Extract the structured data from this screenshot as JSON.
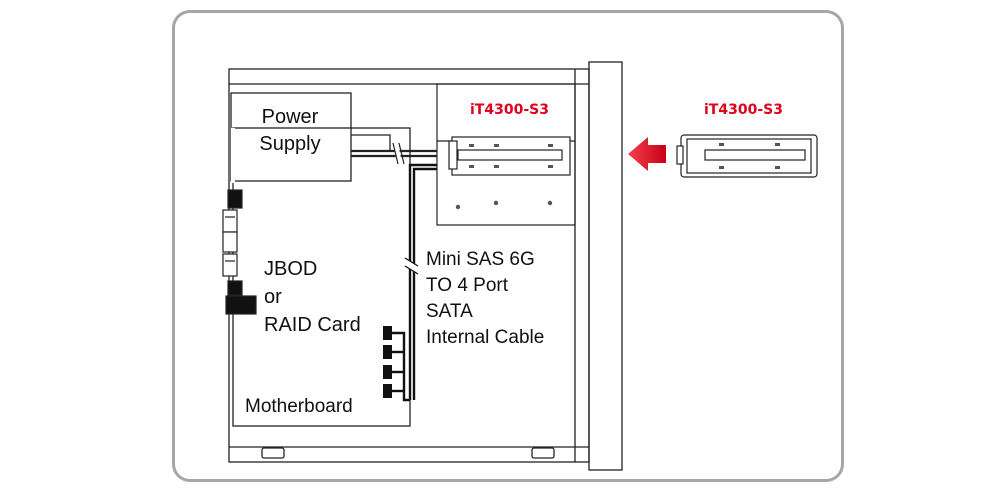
{
  "labels": {
    "power_supply": [
      "Power",
      "Supply"
    ],
    "motherboard": "Motherboard",
    "card": [
      "JBOD",
      "or",
      "RAID Card"
    ],
    "cable": [
      "Mini SAS 6G",
      "TO 4 Port",
      "SATA",
      "Internal Cable"
    ],
    "model_installed": "iT4300-S3",
    "model_incoming": "iT4300-S3"
  },
  "colors": {
    "frame_border": "#a6a6a6",
    "model_text": "#e1001a",
    "arrow": "#e1001a",
    "line": "#222222"
  },
  "icons": {
    "insert_arrow": "left-arrow-icon"
  }
}
